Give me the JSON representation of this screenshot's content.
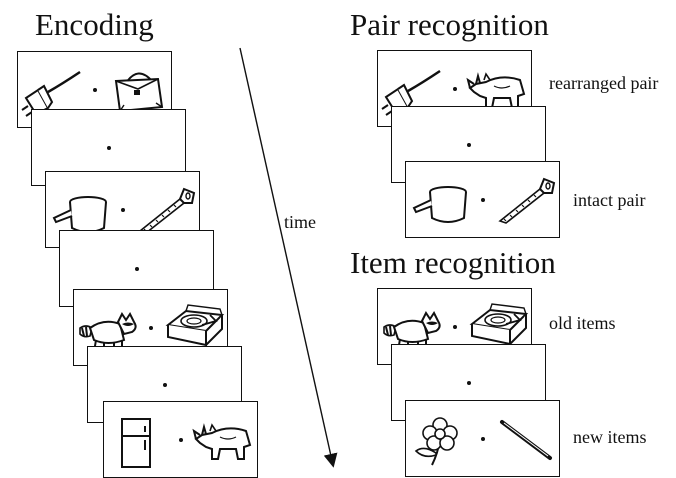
{
  "headings": {
    "encoding": "Encoding",
    "pair_recognition": "Pair recognition",
    "item_recognition": "Item recognition"
  },
  "labels": {
    "time": "time",
    "rearranged_pair": "rearranged pair",
    "intact_pair": "intact pair",
    "old_items": "old items",
    "new_items": "new items"
  },
  "encoding_trials": [
    [
      "plug",
      "handbag"
    ],
    [],
    [
      "pot",
      "saw"
    ],
    [],
    [
      "raccoon",
      "record-player"
    ],
    [],
    [
      "refrigerator",
      "rhinoceros"
    ]
  ],
  "pair_recognition_trials": [
    [
      "plug",
      "rhinoceros"
    ],
    [],
    [
      "pot",
      "saw"
    ]
  ],
  "item_recognition_trials": [
    [
      "raccoon",
      "record-player"
    ],
    [],
    [
      "flower",
      "stick"
    ]
  ]
}
